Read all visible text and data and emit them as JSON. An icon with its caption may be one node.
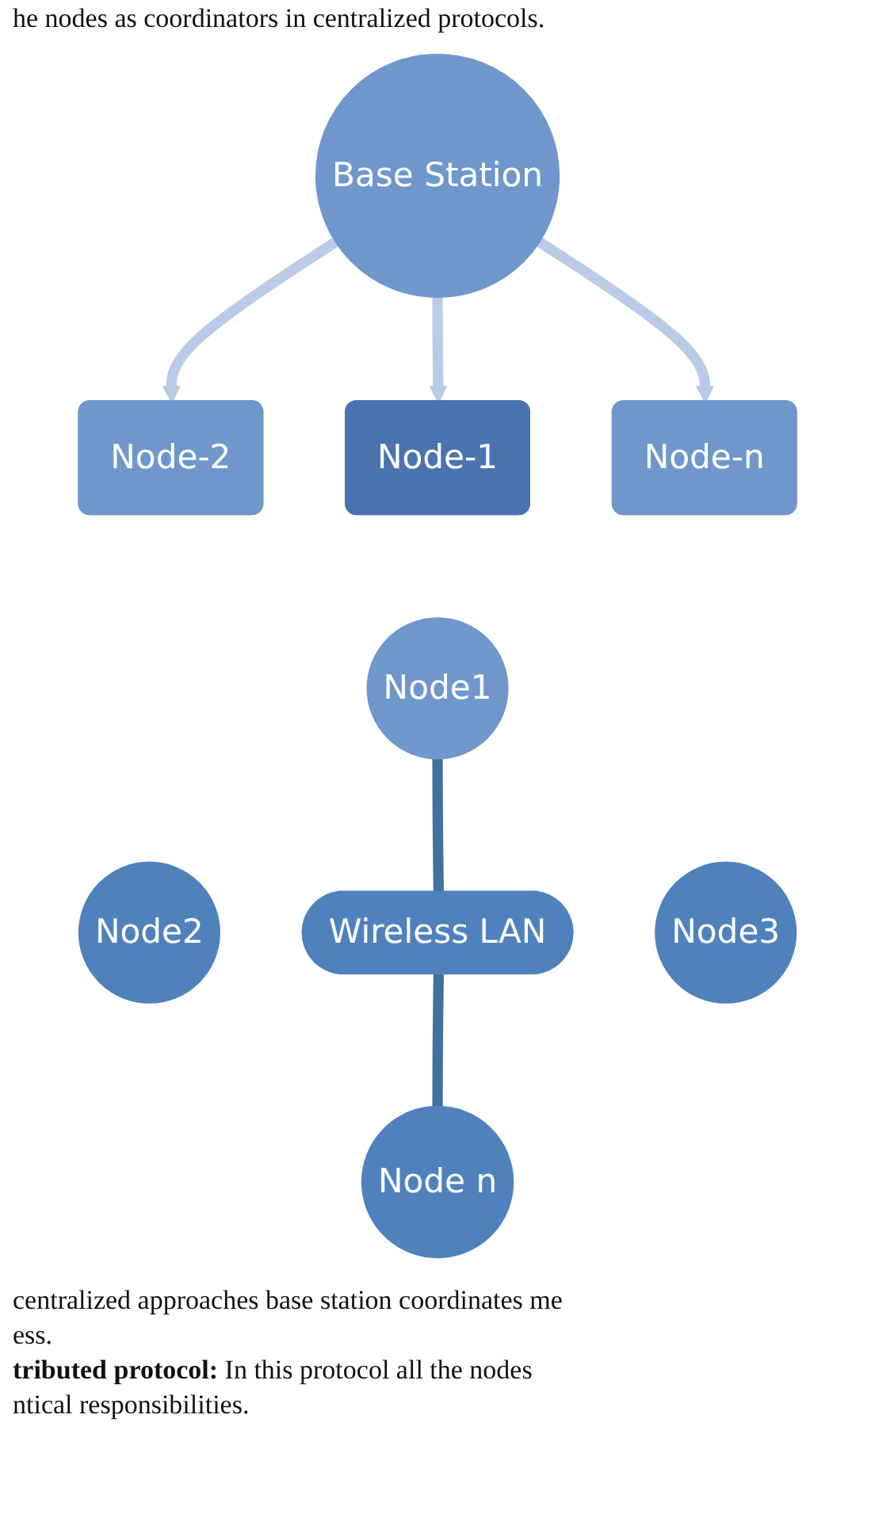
{
  "diagram": {
    "nodes": [
      {
        "text": [
          "Node-2"
        ]
      },
      {
        "text": [
          "Node-1"
        ]
      },
      {
        "text": [
          "Node-n"
        ]
      },
      {
        "text": [
          "Base Station"
        ]
      },
      {
        "text": [
          "Node1"
        ]
      },
      {
        "text": [
          "Node2"
        ]
      },
      {
        "text": [
          "Wireless LAN"
        ]
      },
      {
        "text": [
          "Node3"
        ]
      },
      {
        "text": [
          "Node n"
        ]
      }
    ],
    "edges": [
      {
        "from": 3,
        "to": 1,
        "arrow": "to",
        "color": "#b9cbe6"
      },
      {
        "from": 3,
        "to": 0,
        "arrow": "to",
        "color": "#b9cbe6"
      },
      {
        "from": 3,
        "to": 2,
        "arrow": "to",
        "color": "#b9cbe6"
      },
      {
        "from": 4,
        "to": 6,
        "arrow": "none",
        "color": "#41719c"
      },
      {
        "from": 6,
        "to": 8,
        "arrow": "none",
        "color": "#41719c"
      }
    ],
    "labels": [
      "he nodes as coordinators in centralized protocols.",
      "centralized approaches base station coordinates me",
      "ess.",
      "**tributed protocol:** In this protocol all the nodes",
      "ntical responsibilities."
    ]
  }
}
